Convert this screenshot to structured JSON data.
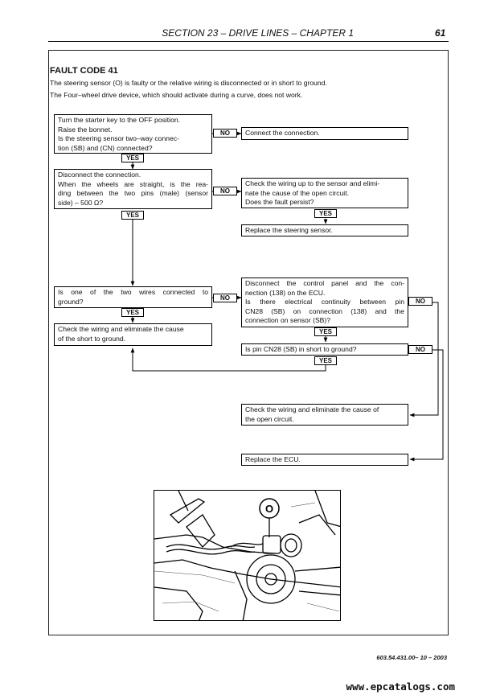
{
  "header": {
    "section": "SECTION 23 – DRIVE LINES – CHAPTER 1",
    "page_number": "61"
  },
  "fault": {
    "title": "FAULT CODE 41",
    "description_1": "The steering sensor (O) is faulty or the relative wiring is disconnected or in short to ground.",
    "description_2": "The Four–wheel drive device, which should activate during a curve, does not work."
  },
  "labels": {
    "yes": "YES",
    "no": "NO"
  },
  "steps": {
    "check_connection": [
      "Turn the starter key to the OFF position.",
      "Raise the bonnet.",
      "Is the steering sensor two–way connec-",
      "tion (SB) and (CN) connected?"
    ],
    "connect": [
      "Connect the connection."
    ],
    "measure_resistance": [
      "Disconnect the connection.",
      "When the wheels are straight, is the rea-",
      "ding between the two pins (male) (sensor",
      "side) – 500 Ω?"
    ],
    "check_wiring_open": [
      "Check the wiring up to the sensor and elimi-",
      "nate the cause of the open circuit.",
      "Does the fault persist?"
    ],
    "replace_sensor": [
      "Replace the steering sensor."
    ],
    "short_to_ground": [
      "Is one of the two wires connected to",
      "ground?"
    ],
    "check_continuity": [
      "Disconnect the control panel and the con-",
      "nection (138) on the ECU.",
      "Is there electrical continuity between pin",
      "CN28 (SB) on connection (138) and the",
      "connection on sensor (SB)?"
    ],
    "fix_short": [
      "Check the wiring and eliminate the cause",
      "of the short to ground."
    ],
    "pin_short": [
      "Is pin CN28 (SB) in short to ground?"
    ],
    "fix_open": [
      "Check the wiring and eliminate the cause of",
      "the open circuit."
    ],
    "replace_ecu": [
      "Replace the ECU."
    ]
  },
  "photo": {
    "callout": "O"
  },
  "footer": {
    "doc_ref": "603.54.431.00– 10 – 2003",
    "watermark": "www.epcatalogs.com"
  }
}
